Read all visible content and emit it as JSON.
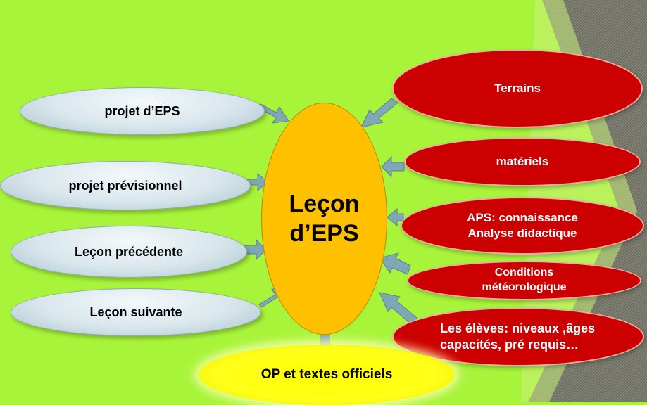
{
  "center": {
    "line1": "Leçon",
    "line2": "d’EPS"
  },
  "left_nodes": [
    {
      "label": "projet d’EPS"
    },
    {
      "label": "projet prévisionnel"
    },
    {
      "label": "Leçon précédente"
    },
    {
      "label": "Leçon suivante"
    }
  ],
  "right_nodes": [
    {
      "line1": "Terrains"
    },
    {
      "line1": "matériels"
    },
    {
      "line1": "APS: connaissance",
      "line2": "Analyse didactique"
    },
    {
      "line1": "Conditions",
      "line2": "météorologique"
    },
    {
      "line1": "Les élèves: niveaux ,âges",
      "line2": "capacités, pré requis…"
    }
  ],
  "bottom_node": {
    "label": "OP et textes officiels"
  },
  "colors": {
    "background": "#a8f43a",
    "right_nodes": "#cc0000",
    "center": "#ffc000",
    "bottom": "#ffff00",
    "arrows": "#7fa7b4"
  }
}
